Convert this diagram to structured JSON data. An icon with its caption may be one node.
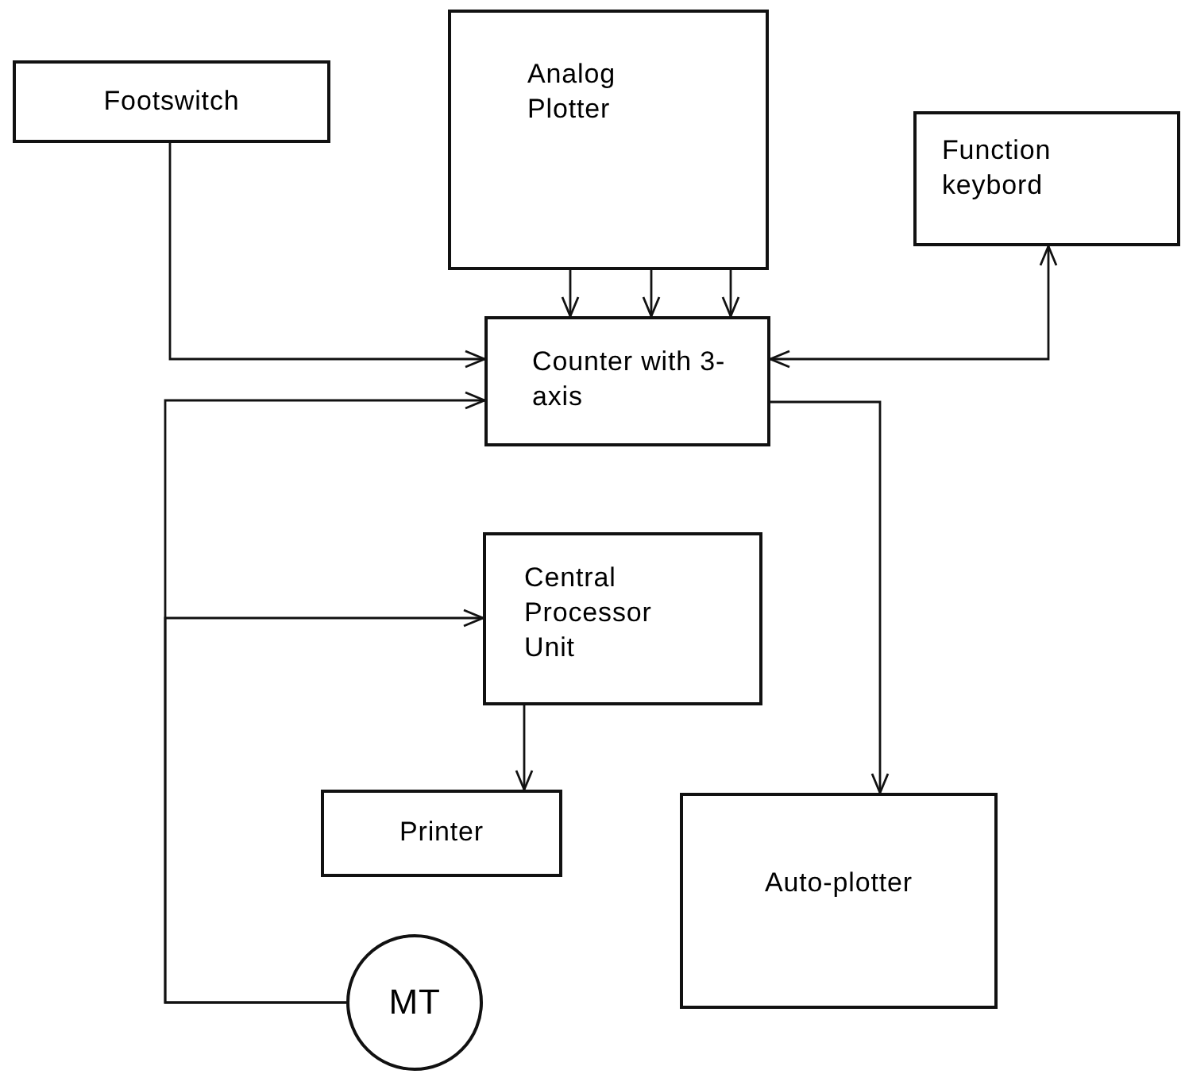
{
  "diagram": {
    "nodes": [
      {
        "text": [
          "Footswitch"
        ]
      },
      {
        "text": [
          "Analog Plotter"
        ]
      },
      {
        "text": [
          "Function keybord"
        ]
      },
      {
        "text": [
          "Counter with 3-axis"
        ]
      },
      {
        "text": [
          "Central Processor Unit"
        ]
      },
      {
        "text": [
          "Printer"
        ]
      },
      {
        "text": [
          "Auto-plotter"
        ]
      },
      {
        "text": [
          "MT"
        ]
      }
    ],
    "edges": [
      {
        "from": 0,
        "to": 3,
        "arrow": "to"
      },
      {
        "from": 1,
        "to": 3,
        "arrow": "to"
      },
      {
        "from": 1,
        "to": 3,
        "arrow": "to"
      },
      {
        "from": 1,
        "to": 3,
        "arrow": "to"
      },
      {
        "from": 3,
        "to": 2,
        "arrow": "both"
      },
      {
        "from": 7,
        "to": 3,
        "arrow": "to"
      },
      {
        "from": 7,
        "to": 4,
        "arrow": "to"
      },
      {
        "from": 3,
        "to": 6,
        "arrow": "to"
      },
      {
        "from": 4,
        "to": 5,
        "arrow": "to"
      }
    ]
  }
}
